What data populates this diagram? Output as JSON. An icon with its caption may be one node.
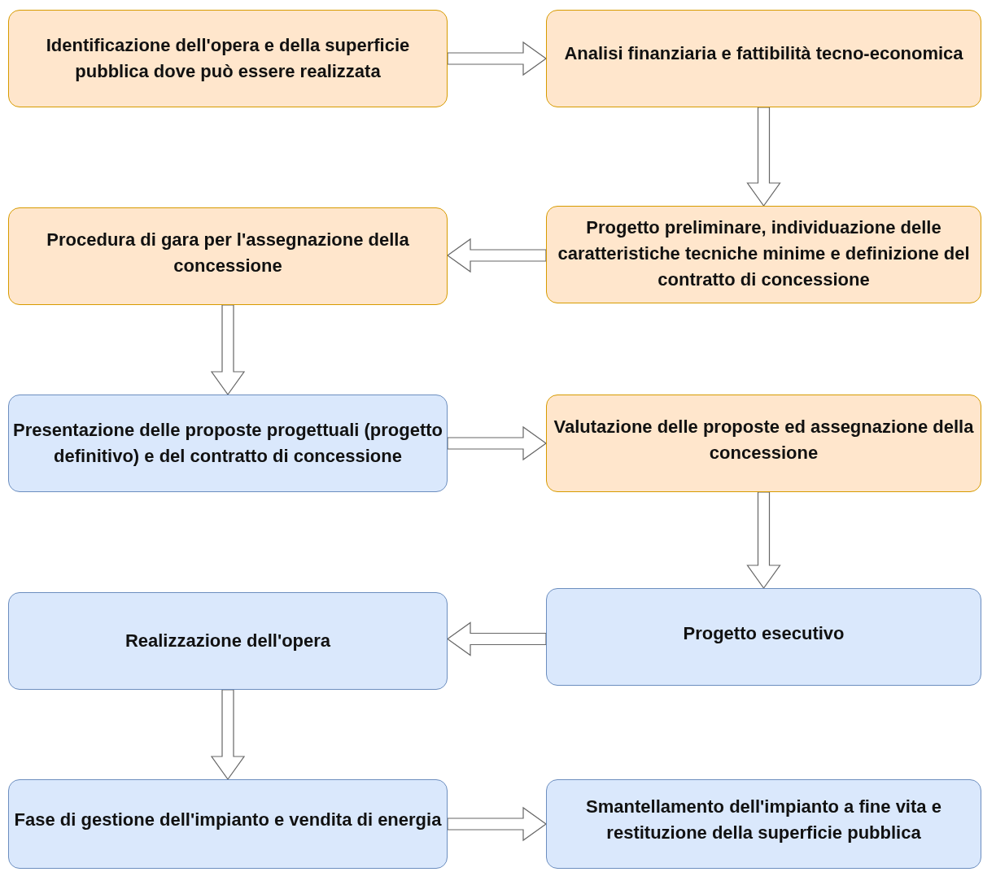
{
  "diagram": {
    "nodes": [
      {
        "text": [
          "Identificazione dell'opera e della superficie pubblica dove può essere realizzata"
        ]
      },
      {
        "text": [
          "Analisi finanziaria e fattibilità tecno-economica"
        ]
      },
      {
        "text": [
          "Procedura di gara per l'assegnazione della concessione"
        ]
      },
      {
        "text": [
          "Progetto preliminare, individuazione delle caratteristiche tecniche minime e definizione del contratto di concessione"
        ]
      },
      {
        "text": [
          "Presentazione delle proposte progettuali (progetto definitivo) e del contratto di concessione"
        ]
      },
      {
        "text": [
          "Valutazione delle proposte ed assegnazione della concessione"
        ]
      },
      {
        "text": [
          "Realizzazione dell'opera"
        ]
      },
      {
        "text": [
          "Progetto esecutivo"
        ]
      },
      {
        "text": [
          "Fase di gestione dell'impianto e vendita di energia"
        ]
      },
      {
        "text": [
          "Smantellamento dell'impianto a fine vita e restituzione della superficie pubblica"
        ]
      }
    ],
    "edges": [
      {
        "from": 0,
        "to": 1,
        "arrow": "to"
      },
      {
        "from": 1,
        "to": 3,
        "arrow": "to"
      },
      {
        "from": 3,
        "to": 2,
        "arrow": "to"
      },
      {
        "from": 2,
        "to": 4,
        "arrow": "to"
      },
      {
        "from": 4,
        "to": 5,
        "arrow": "to"
      },
      {
        "from": 5,
        "to": 7,
        "arrow": "to"
      },
      {
        "from": 7,
        "to": 6,
        "arrow": "to"
      },
      {
        "from": 6,
        "to": 8,
        "arrow": "to"
      },
      {
        "from": 8,
        "to": 9,
        "arrow": "to"
      }
    ]
  }
}
